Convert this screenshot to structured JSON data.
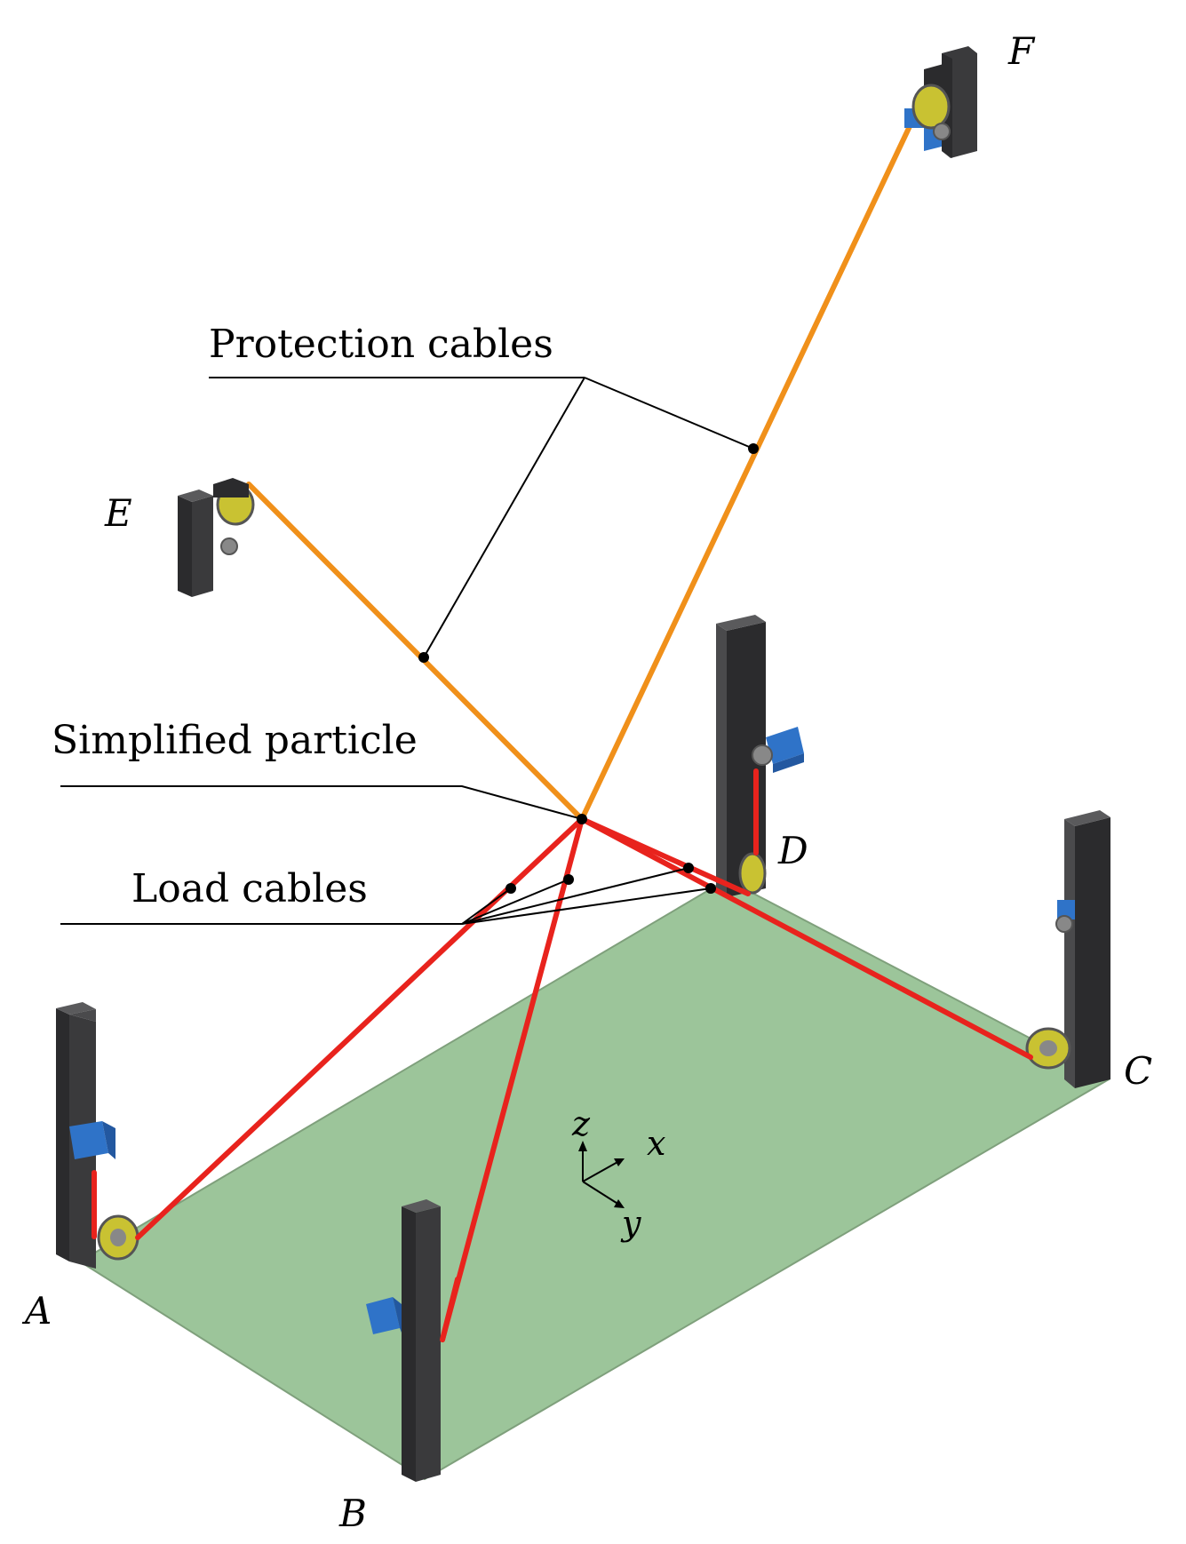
{
  "labels": {
    "protection_cables": "Protection cables",
    "simplified_particle": "Simplified particle",
    "load_cables": "Load cables"
  },
  "points": {
    "A": "A",
    "B": "B",
    "C": "C",
    "D": "D",
    "E": "E",
    "F": "F"
  },
  "axes": {
    "x": "x",
    "y": "y",
    "z": "z"
  },
  "colors": {
    "platform": "#9cc59a",
    "platform_edge": "#6f8f6c",
    "load_cable": "#e8231d",
    "protection_cable": "#f0901a",
    "pillar_front": "#3f3f41",
    "pillar_side": "#2b2b2d",
    "pillar_top": "#5a5a5c",
    "motor": "#2f73c8",
    "pulley": "#c9c232"
  }
}
